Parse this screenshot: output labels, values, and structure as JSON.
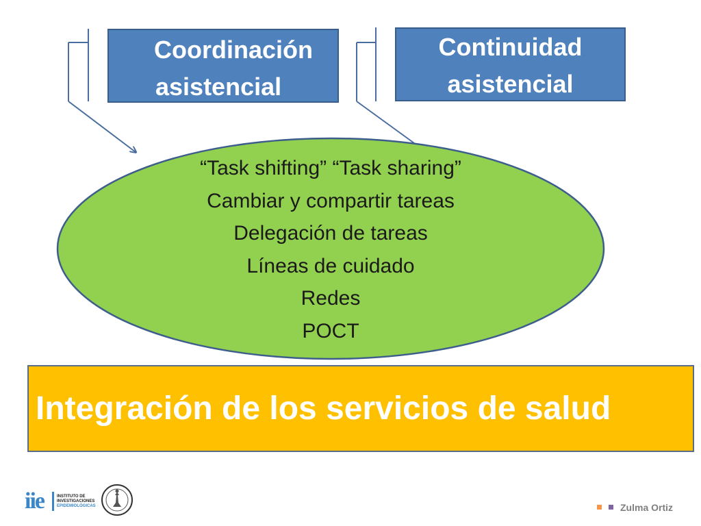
{
  "boxes": {
    "coordinacion": {
      "line1": "Coordinación",
      "line2": "asistencial"
    },
    "continuidad": {
      "line1": "Continuidad",
      "line2": "asistencial"
    }
  },
  "ellipse": {
    "lines": [
      "“Task shifting” “Task sharing”",
      "Cambiar y compartir tareas",
      "Delegación de tareas",
      "Líneas de cuidado",
      "Redes",
      "POCT"
    ]
  },
  "banner": {
    "text": "Integración de los servicios de salud"
  },
  "footer": {
    "author": "Zulma Ortiz",
    "logo_text": [
      "INSTITUTO DE",
      "INVESTIGACIONES",
      "EPIDEMIOLÓGICAS"
    ],
    "logo_mark": "iie"
  },
  "colors": {
    "box_blue": "#4f81bd",
    "ellipse_green": "#92d050",
    "banner_gold": "#ffc000",
    "connector": "#4a6da0"
  }
}
